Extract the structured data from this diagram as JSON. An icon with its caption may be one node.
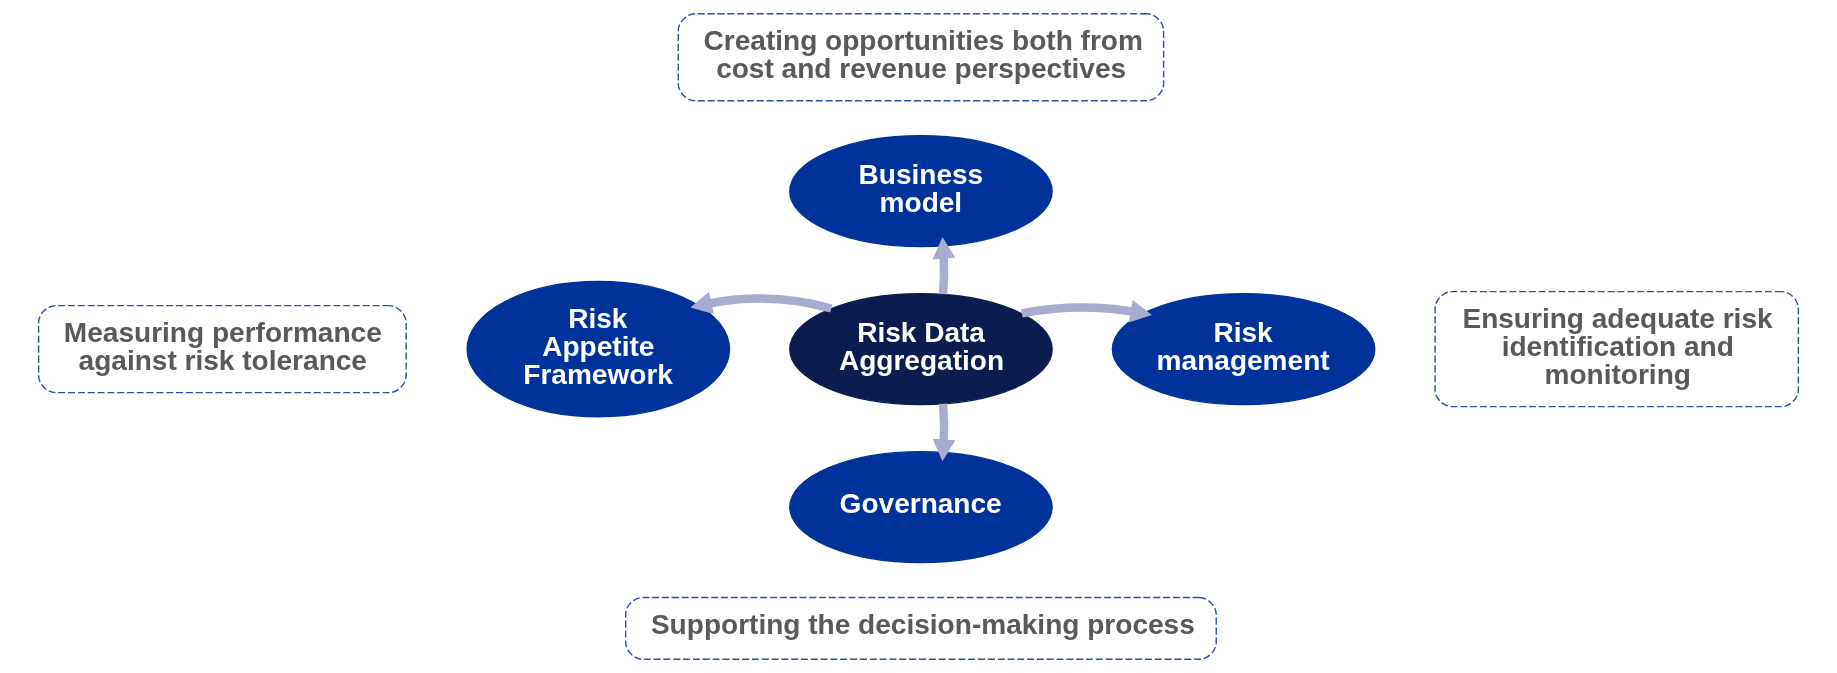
{
  "diagram": {
    "nodes": [
      {
        "text": [
          "Creating opportunities both from cost and revenue perspectives"
        ]
      },
      {
        "text": [
          "Business model"
        ]
      },
      {
        "text": [
          "Measuring performance against risk tolerance"
        ]
      },
      {
        "text": [
          "Risk Appetite Framework"
        ]
      },
      {
        "text": [
          "Risk Data Aggregation"
        ]
      },
      {
        "text": [
          "Risk management"
        ]
      },
      {
        "text": [
          "Ensuring adequate risk identification and monitoring"
        ]
      },
      {
        "text": [
          "Governance"
        ]
      },
      {
        "text": [
          "Supporting the decision-making process"
        ]
      }
    ],
    "edges": [
      {
        "from": 4,
        "to": 1,
        "arrow": "to"
      },
      {
        "from": 4,
        "to": 5,
        "arrow": "to"
      },
      {
        "from": 4,
        "to": 7,
        "arrow": "to"
      },
      {
        "from": 4,
        "to": 3,
        "arrow": "to"
      }
    ]
  }
}
